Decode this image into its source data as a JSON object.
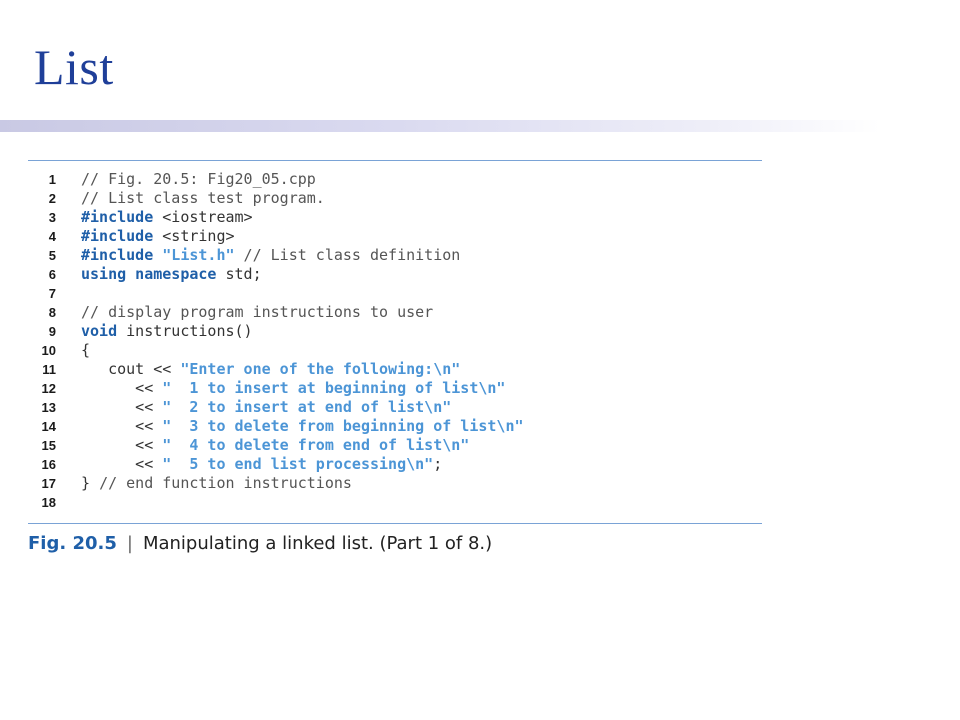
{
  "slide": {
    "title": "List"
  },
  "code": {
    "lines": [
      {
        "n": "1",
        "tokens": [
          {
            "t": "// Fig. 20.5: Fig20_05.cpp",
            "c": "comment"
          }
        ]
      },
      {
        "n": "2",
        "tokens": [
          {
            "t": "// List class test program.",
            "c": "comment"
          }
        ]
      },
      {
        "n": "3",
        "tokens": [
          {
            "t": "#include",
            "c": "keyword"
          },
          {
            "t": " <iostream>",
            "c": "plain"
          }
        ]
      },
      {
        "n": "4",
        "tokens": [
          {
            "t": "#include",
            "c": "keyword"
          },
          {
            "t": " <string>",
            "c": "plain"
          }
        ]
      },
      {
        "n": "5",
        "tokens": [
          {
            "t": "#include",
            "c": "keyword"
          },
          {
            "t": " ",
            "c": "plain"
          },
          {
            "t": "\"List.h\"",
            "c": "string"
          },
          {
            "t": " // List class definition",
            "c": "comment"
          }
        ]
      },
      {
        "n": "6",
        "tokens": [
          {
            "t": "using namespace",
            "c": "keyword"
          },
          {
            "t": " std;",
            "c": "plain"
          }
        ]
      },
      {
        "n": "7",
        "tokens": []
      },
      {
        "n": "8",
        "tokens": [
          {
            "t": "// display program instructions to user",
            "c": "comment"
          }
        ]
      },
      {
        "n": "9",
        "tokens": [
          {
            "t": "void",
            "c": "keyword"
          },
          {
            "t": " instructions()",
            "c": "plain"
          }
        ]
      },
      {
        "n": "10",
        "tokens": [
          {
            "t": "{",
            "c": "plain"
          }
        ]
      },
      {
        "n": "11",
        "tokens": [
          {
            "t": "   cout << ",
            "c": "plain"
          },
          {
            "t": "\"Enter one of the following:\\n\"",
            "c": "string"
          }
        ]
      },
      {
        "n": "12",
        "tokens": [
          {
            "t": "      << ",
            "c": "plain"
          },
          {
            "t": "\"  1 to insert at beginning of list\\n\"",
            "c": "string"
          }
        ]
      },
      {
        "n": "13",
        "tokens": [
          {
            "t": "      << ",
            "c": "plain"
          },
          {
            "t": "\"  2 to insert at end of list\\n\"",
            "c": "string"
          }
        ]
      },
      {
        "n": "14",
        "tokens": [
          {
            "t": "      << ",
            "c": "plain"
          },
          {
            "t": "\"  3 to delete from beginning of list\\n\"",
            "c": "string"
          }
        ]
      },
      {
        "n": "15",
        "tokens": [
          {
            "t": "      << ",
            "c": "plain"
          },
          {
            "t": "\"  4 to delete from end of list\\n\"",
            "c": "string"
          }
        ]
      },
      {
        "n": "16",
        "tokens": [
          {
            "t": "      << ",
            "c": "plain"
          },
          {
            "t": "\"  5 to end list processing\\n\"",
            "c": "string"
          },
          {
            "t": ";",
            "c": "plain"
          }
        ]
      },
      {
        "n": "17",
        "tokens": [
          {
            "t": "} ",
            "c": "plain"
          },
          {
            "t": "// end function instructions",
            "c": "comment"
          }
        ]
      },
      {
        "n": "18",
        "tokens": []
      }
    ]
  },
  "caption": {
    "label": "Fig. 20.5",
    "separator": "|",
    "text": "Manipulating a linked list. (Part 1 of 8.)"
  }
}
